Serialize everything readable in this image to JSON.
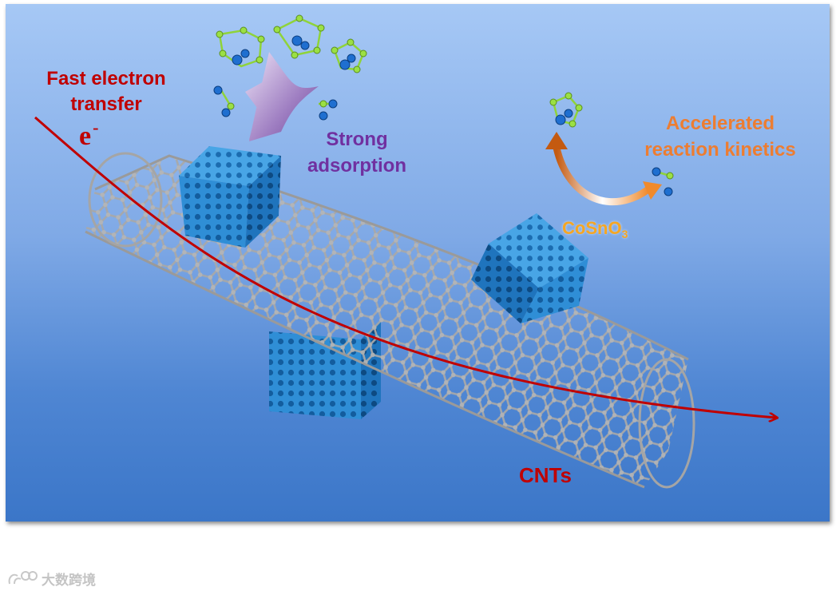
{
  "labels": {
    "fast_electron_transfer": "Fast electron transfer",
    "electron_symbol": "e",
    "electron_charge": "-",
    "strong_adsorption": "Strong adsorption",
    "accelerated_kinetics": "Accelerated reaction kinetics",
    "catalyst_name": "CoSnO",
    "catalyst_subscript": "3",
    "cnt_label": "CNTs"
  },
  "watermark": {
    "text": "大数跨境"
  },
  "colors": {
    "electron_path": "#c00000",
    "adsorption_text": "#7030a0",
    "kinetics_text": "#ed7d31",
    "catalyst_text": "#f5a623",
    "cube_fill": "#2e8bd3",
    "nanotube": "#9a9a9a",
    "sulfur_atom": "#8fd33a",
    "lithium_atom": "#1f6fd0"
  },
  "icons": [
    "adsorption-arrow-icon",
    "conversion-arrow-icon",
    "electron-path-arrow-icon",
    "polysulfide-molecule-icon"
  ]
}
